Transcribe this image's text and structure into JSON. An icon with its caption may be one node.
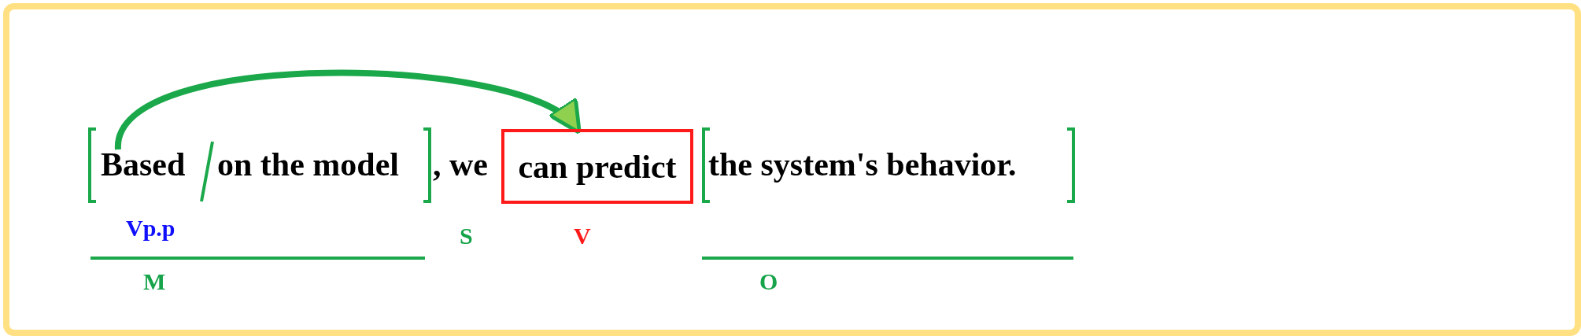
{
  "diagram": {
    "nodes": [
      {
        "text": [
          "Based"
        ]
      },
      {
        "text": [
          "can predict"
        ]
      }
    ],
    "edges": [
      {
        "from": 0,
        "to": 1,
        "arrow": "to"
      }
    ],
    "labels": [
      "on the model",
      ", we",
      "the system's behavior.",
      "Vp.p",
      "S",
      "V",
      "M",
      "O"
    ]
  }
}
